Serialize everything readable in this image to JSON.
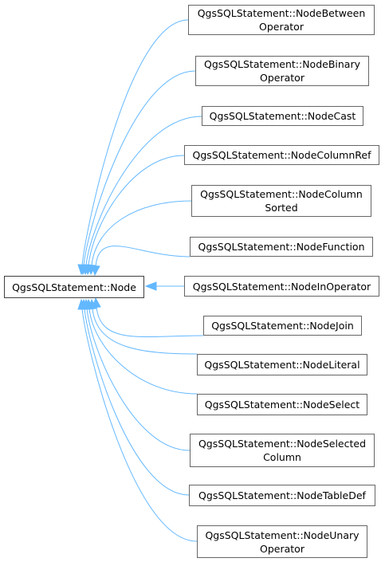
{
  "base_class": {
    "label": "QgsSQLStatement::Node"
  },
  "derived_classes": [
    {
      "lines": [
        "QgsSQLStatement::NodeBetween",
        "Operator"
      ]
    },
    {
      "lines": [
        "QgsSQLStatement::NodeBinary",
        "Operator"
      ]
    },
    {
      "lines": [
        "QgsSQLStatement::NodeCast"
      ]
    },
    {
      "lines": [
        "QgsSQLStatement::NodeColumnRef"
      ]
    },
    {
      "lines": [
        "QgsSQLStatement::NodeColumn",
        "Sorted"
      ]
    },
    {
      "lines": [
        "QgsSQLStatement::NodeFunction"
      ]
    },
    {
      "lines": [
        "QgsSQLStatement::NodeInOperator"
      ]
    },
    {
      "lines": [
        "QgsSQLStatement::NodeJoin"
      ]
    },
    {
      "lines": [
        "QgsSQLStatement::NodeLiteral"
      ]
    },
    {
      "lines": [
        "QgsSQLStatement::NodeSelect"
      ]
    },
    {
      "lines": [
        "QgsSQLStatement::NodeSelected",
        "Column"
      ]
    },
    {
      "lines": [
        "QgsSQLStatement::NodeTableDef"
      ]
    },
    {
      "lines": [
        "QgsSQLStatement::NodeUnary",
        "Operator"
      ]
    }
  ],
  "colors": {
    "edge": "#63b8ff",
    "border": "#666666"
  }
}
